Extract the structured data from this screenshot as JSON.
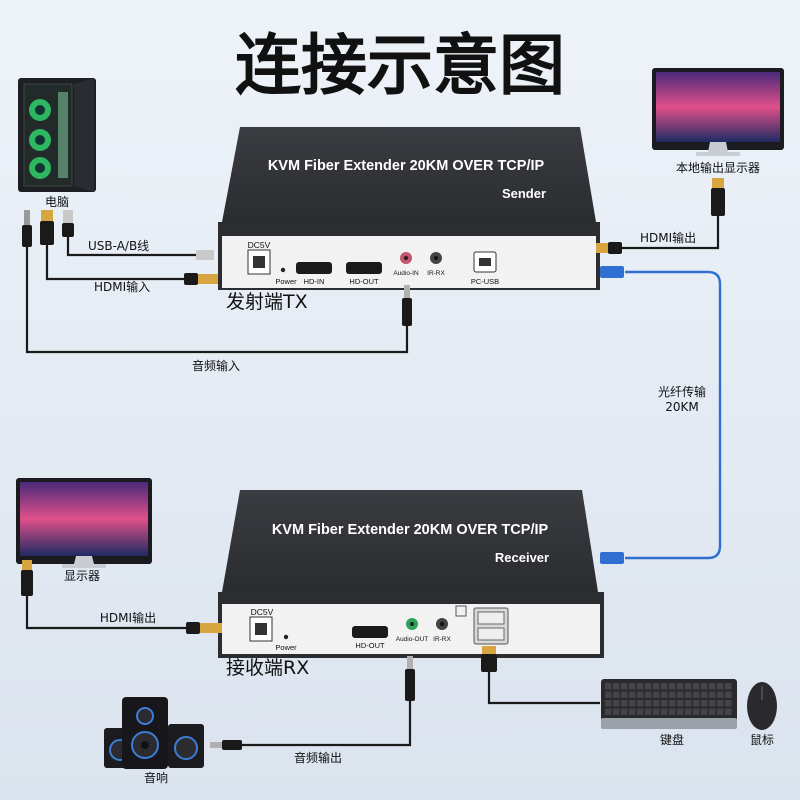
{
  "title": "连接示意图",
  "sender": {
    "model": "KVM Fiber Extender 20KM OVER TCP/IP",
    "role": "Sender",
    "caption": "发射端TX",
    "ports": {
      "dc": "DC5V",
      "power": "Power",
      "hd_in": "HD-IN",
      "hd_out": "HD-OUT",
      "audio_in": "Audio-IN",
      "ir_rx": "IR-RX",
      "pc_usb": "PC-USB"
    }
  },
  "receiver": {
    "model": "KVM Fiber Extender 20KM OVER TCP/IP",
    "role": "Receiver",
    "caption": "接收端RX",
    "ports": {
      "dc": "DC5V",
      "power": "Power",
      "hd_out": "HD-OUT",
      "audio_out": "Audio-OUT",
      "ir_rx": "IR-RX"
    }
  },
  "labels": {
    "computer": "电脑",
    "usb_cable": "USB-A/B线",
    "hdmi_in": "HDMI输入",
    "audio_in": "音频输入",
    "local_monitor": "本地输出显示器",
    "hdmi_out_top": "HDMI输出",
    "fiber_line1": "光纤传输",
    "fiber_line2": "20KM",
    "monitor": "显示器",
    "hdmi_out_bottom": "HDMI输出",
    "speaker": "音响",
    "audio_out": "音频输出",
    "keyboard": "键盘",
    "mouse": "鼠标"
  },
  "colors": {
    "device_body": "#2b2d31",
    "fiber": "#2f6fd1",
    "cable": "#1a1a1a",
    "port_gold": "#d8a640"
  }
}
